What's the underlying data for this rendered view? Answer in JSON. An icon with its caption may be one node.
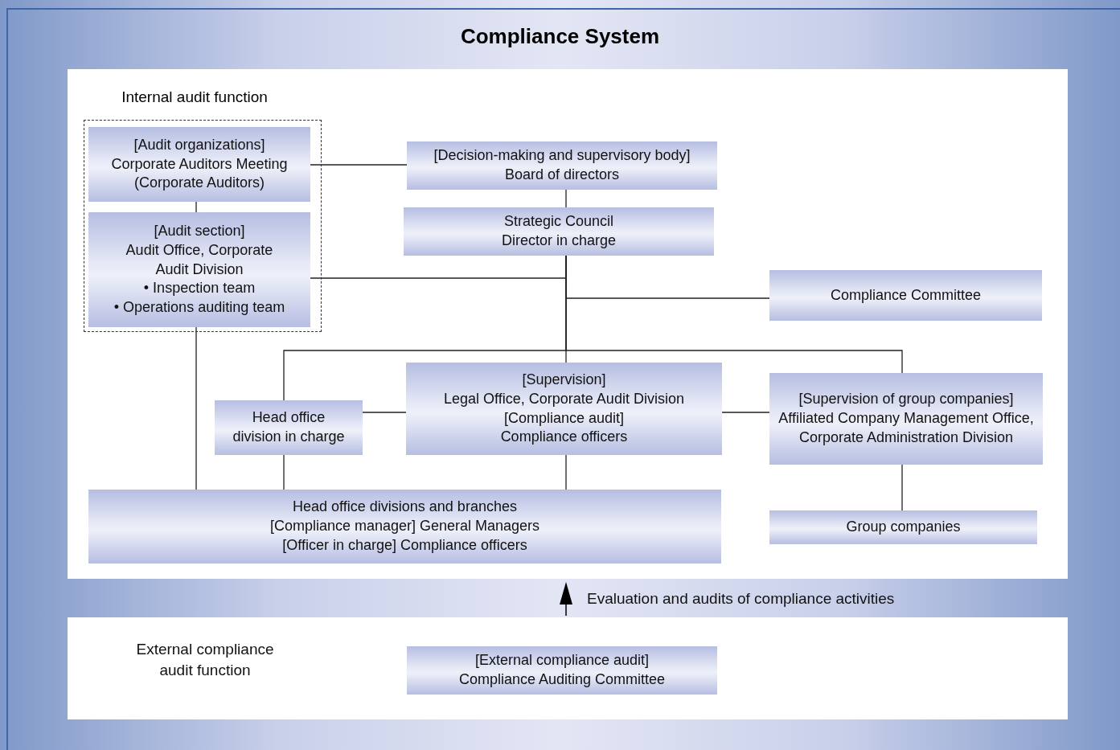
{
  "diagram": {
    "title": "Compliance System",
    "nodes": [
      {
        "text": [
          "Internal audit function"
        ]
      },
      {
        "text": [
          "[Audit organizations]",
          "Corporate Auditors Meeting",
          "(Corporate Auditors)"
        ],
        "in": 0
      },
      {
        "text": [
          "[Audit section]",
          "Audit Office, Corporate Audit Division",
          "• Inspection team",
          "• Operations auditing team"
        ],
        "in": 0
      },
      {
        "text": [
          "[Decision-making and supervisory body]",
          "Board of directors"
        ]
      },
      {
        "text": [
          "Strategic Council Director in charge"
        ]
      },
      {
        "text": [
          "Compliance Committee"
        ]
      },
      {
        "text": [
          "Head office division in charge"
        ]
      },
      {
        "text": [
          "[Supervision]",
          "Legal Office, Corporate Audit Division",
          "[Compliance audit]",
          "Compliance officers"
        ]
      },
      {
        "text": [
          "[Supervision of group companies]",
          "Affiliated Company Management Office, Corporate Administration Division"
        ]
      },
      {
        "text": [
          "Head office divisions and branches",
          "[Compliance manager]  General Managers",
          "[Officer in charge]  Compliance officers"
        ]
      },
      {
        "text": [
          "Group companies"
        ]
      },
      {
        "text": [
          "[External compliance audit]",
          "Compliance Auditing Committee"
        ]
      }
    ],
    "edges": [
      {
        "from": 1,
        "to": 3,
        "arrow": "none"
      },
      {
        "from": 1,
        "to": 2,
        "arrow": "none"
      },
      {
        "from": 3,
        "to": 4,
        "arrow": "none"
      },
      {
        "from": 4,
        "to": 2,
        "arrow": "none"
      },
      {
        "from": 4,
        "to": 5,
        "arrow": "none"
      },
      {
        "from": 4,
        "to": 7,
        "arrow": "none"
      },
      {
        "from": 4,
        "to": 6,
        "arrow": "none"
      },
      {
        "from": 4,
        "to": 8,
        "arrow": "none"
      },
      {
        "from": 6,
        "to": 7,
        "arrow": "none"
      },
      {
        "from": 7,
        "to": 8,
        "arrow": "none"
      },
      {
        "from": 6,
        "to": 9,
        "arrow": "none"
      },
      {
        "from": 7,
        "to": 9,
        "arrow": "none"
      },
      {
        "from": 2,
        "to": 9,
        "arrow": "none"
      },
      {
        "from": 8,
        "to": 10,
        "arrow": "none"
      }
    ],
    "labels": [
      "Evaluation and audits of compliance activities",
      "External compliance audit function"
    ]
  }
}
